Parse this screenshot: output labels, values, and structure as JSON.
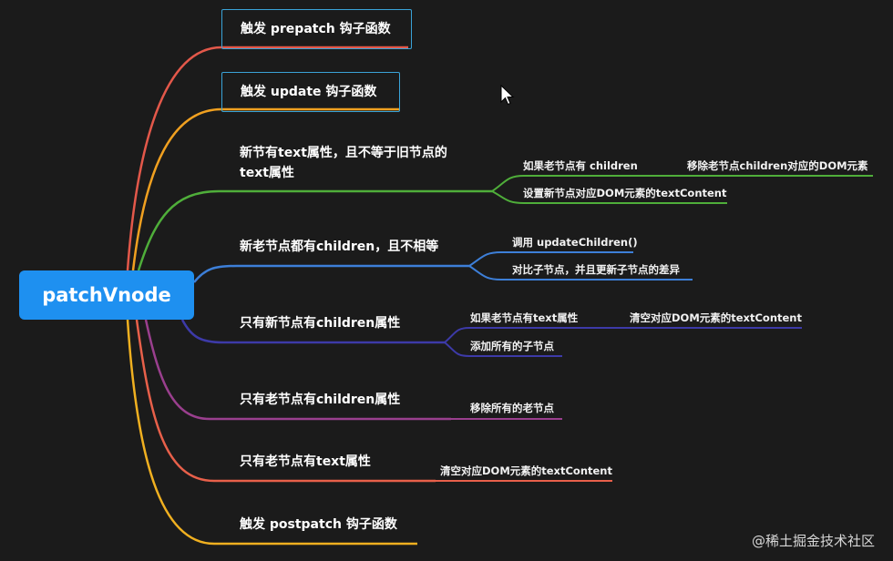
{
  "root": {
    "label": "patchVnode"
  },
  "colors": {
    "background": "#1b1b1b",
    "root": "#1e90f0",
    "box_border": "#3aa3d8",
    "red": "#e3584a",
    "orange": "#f0a020",
    "green": "#4fae3a",
    "blue": "#3d7fd8",
    "indigo": "#3d3aa8",
    "purple": "#9a3f8e",
    "red2": "#e8604a",
    "yellow": "#f0b020"
  },
  "branches": [
    {
      "label": "触发 prepatch 钩子函数",
      "boxed": true,
      "children": []
    },
    {
      "label": "触发 update 钩子函数",
      "boxed": true,
      "children": []
    },
    {
      "label_lines": [
        "新节有text属性，且不等于旧节点的",
        "text属性"
      ],
      "children": [
        {
          "label": "如果老节点有 children",
          "children": [
            {
              "label": "移除老节点children对应的DOM元素"
            }
          ]
        },
        {
          "label": "设置新节点对应DOM元素的textContent"
        }
      ]
    },
    {
      "label": "新老节点都有children，且不相等",
      "children": [
        {
          "label": "调用 updateChildren()"
        },
        {
          "label": "对比子节点，并且更新子节点的差异"
        }
      ]
    },
    {
      "label": "只有新节点有children属性",
      "children": [
        {
          "label": "如果老节点有text属性",
          "children": [
            {
              "label": "清空对应DOM元素的textContent"
            }
          ]
        },
        {
          "label": "添加所有的子节点"
        }
      ]
    },
    {
      "label": "只有老节点有children属性",
      "children": [
        {
          "label": "移除所有的老节点"
        }
      ]
    },
    {
      "label": "只有老节点有text属性",
      "children": [
        {
          "label": "清空对应DOM元素的textContent"
        }
      ]
    },
    {
      "label": "触发 postpatch 钩子函数",
      "children": []
    }
  ],
  "cursor_icon": "arrow-cursor-icon",
  "watermark": "@稀土掘金技术社区"
}
